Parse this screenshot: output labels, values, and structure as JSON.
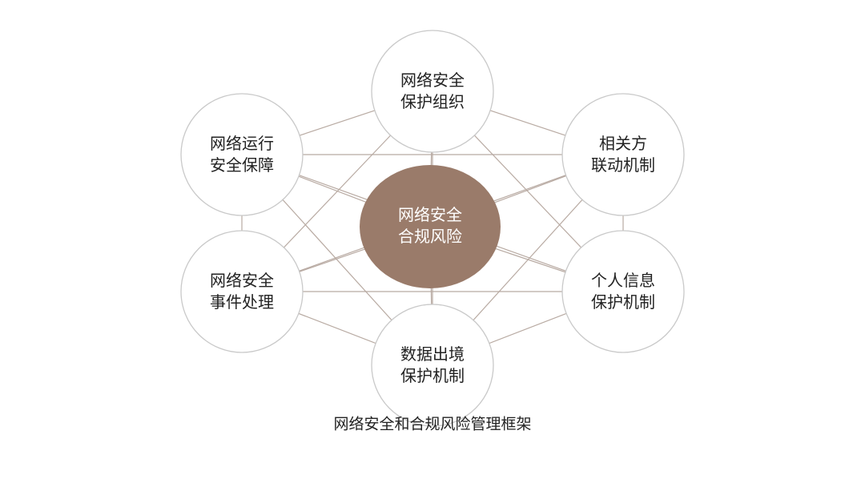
{
  "diagram": {
    "center": {
      "lines": [
        "网络安全",
        "合规风险"
      ],
      "fill": "#9a7b6a"
    },
    "nodes": [
      {
        "id": "top",
        "lines": [
          "网络安全",
          "保护组织"
        ]
      },
      {
        "id": "upper-right",
        "lines": [
          "相关方",
          "联动机制"
        ]
      },
      {
        "id": "lower-right",
        "lines": [
          "个人信息",
          "保护机制"
        ]
      },
      {
        "id": "bottom",
        "lines": [
          "数据出境",
          "保护机制"
        ]
      },
      {
        "id": "lower-left",
        "lines": [
          "网络安全",
          "事件处理"
        ]
      },
      {
        "id": "upper-left",
        "lines": [
          "网络运行",
          "安全保障"
        ]
      }
    ],
    "line_color": "#b8aaa2",
    "circle_stroke": "#c9c9c9"
  },
  "caption": "网络安全和合规风险管理框架"
}
